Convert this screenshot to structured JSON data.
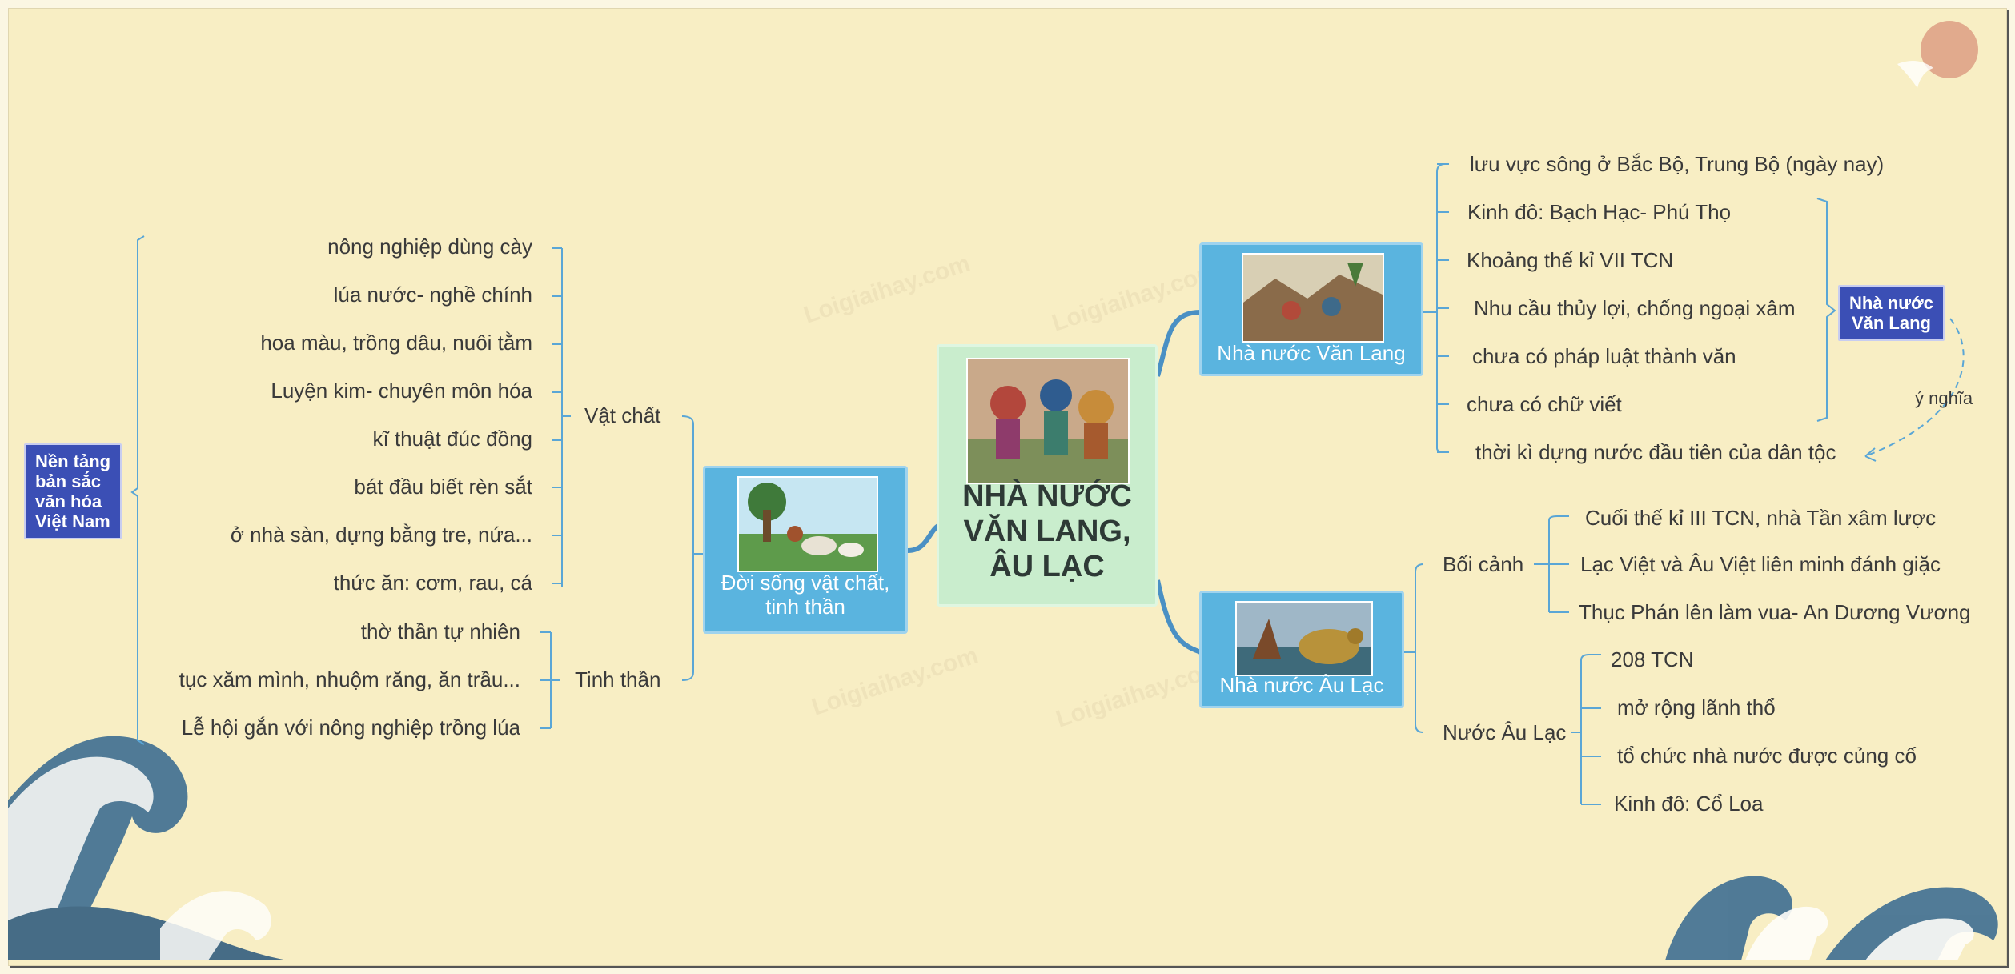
{
  "center": {
    "title": "NHÀ NƯỚC\nVĂN LANG,\nÂU LẠC",
    "image": "ancient-festival-illustration"
  },
  "left_branch": {
    "title": "Đời sống vật chất, tinh thần",
    "image": "rural-life-illustration",
    "material": {
      "label": "Vật chất",
      "items": [
        "nông nghiệp dùng cày",
        "lúa nước- nghề chính",
        "hoa màu, trồng dâu, nuôi tằm",
        "Luyện kim- chuyên môn hóa",
        "kĩ thuật đúc đồng",
        "bát đầu biết rèn sắt",
        "ở nhà sàn, dựng bằng tre, nứa...",
        "thức ăn: cơm, rau, cá"
      ]
    },
    "spiritual": {
      "label": "Tinh thần",
      "items": [
        "thờ thần tự nhiên",
        "tục xăm mình, nhuộm răng, ăn trầu...",
        "Lễ hội gắn với nông nghiệp trồng lúa"
      ]
    },
    "summary_tag": "Nền tảng\nbản sắc\nvăn hóa\nViệt Nam"
  },
  "van_lang": {
    "title": "Nhà nước Văn Lang",
    "image": "van-lang-scene-illustration",
    "items": [
      "lưu vực sông ở Bắc Bộ, Trung Bộ (ngày nay)",
      "Kinh đô: Bạch Hạc- Phú Thọ",
      "Khoảng thế kỉ VII TCN",
      "Nhu cầu thủy lợi, chống ngoại xâm",
      "chưa có pháp luật thành văn",
      "chưa có chữ viết",
      "thời kì dựng nước đầu tiên của dân tộc"
    ],
    "summary_tag": "Nhà nước\nVăn Lang",
    "meaning_label": "ý nghĩa"
  },
  "au_lac": {
    "title": "Nhà nước Âu Lạc",
    "image": "golden-turtle-illustration",
    "context": {
      "label": "Bối cảnh",
      "items": [
        "Cuối thế kỉ III TCN, nhà Tần xâm lược",
        "Lạc Việt và Âu Việt liên minh đánh giặc",
        "Thục Phán lên làm vua- An Dương Vương"
      ]
    },
    "state": {
      "label": "Nước Âu Lạc",
      "items": [
        "208 TCN",
        "mở rộng lãnh thổ",
        "tổ chức nhà nước được củng cố",
        "Kinh đô: Cổ Loa"
      ]
    }
  },
  "watermark": "Loigiaihay.com",
  "colors": {
    "background": "#f8eec4",
    "node_blue": "#5ab4df",
    "center_green": "#c9edcd",
    "tag_indigo": "#3b4fb5",
    "connector": "#5aa6d6"
  }
}
